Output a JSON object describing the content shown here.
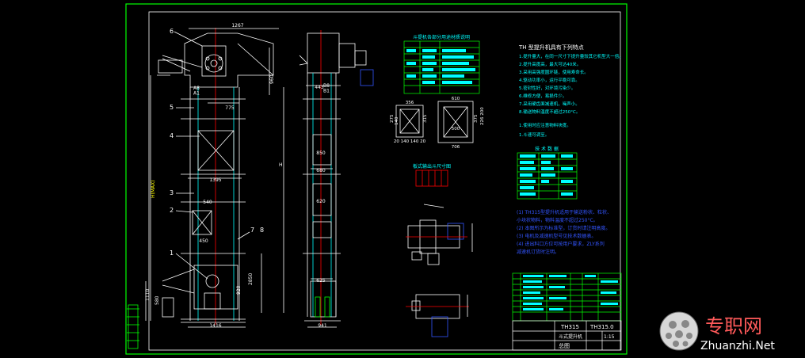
{
  "dims": {
    "top_width": "1267",
    "head_box": "960",
    "flange_width": "775",
    "boot_width": "1395",
    "base_width": "1416",
    "inner_a": "540",
    "inner_b": "450",
    "right_top": "443",
    "right_a": "850",
    "right_b": "680",
    "right_c": "620",
    "right_d": "625",
    "right_base": "941",
    "height_max": "H(MAX)",
    "low_a": "1110",
    "low_b": "580",
    "low_c": "2850",
    "low_d": "920",
    "h_label": "H",
    "ab1": "A8\nA1",
    "ab2": "B8\nB1"
  },
  "callouts": [
    "6",
    "5",
    "4",
    "3",
    "2",
    "1",
    "7",
    "8"
  ],
  "tables": {
    "top_title": "斗提机各部分用途材质说明",
    "mid_title": "技 术 数 据",
    "small_title": "板式输出斗尺寸图"
  },
  "section_dims": {
    "a1": "356",
    "a2": "315",
    "a3": "275",
    "a4": "140",
    "a5": "20 140 140 20",
    "b1": "610",
    "b2": "375",
    "b3": "500",
    "b4": "706",
    "b5": "226 200"
  },
  "notes_title": "TH 型提升机具有下列特点",
  "notes": [
    "1.提升量大，在同一尺寸下提升量较其它机型大一倍。",
    "2.提升高度高，最大可达40米。",
    "3.采用高强度圆环链，使用寿命长。",
    "4.驱动功率小，运行平稳可靠。",
    "5.密封性好，对环境污染少。",
    "6.维修方便，易损件少。",
    "7.采用硬齿面减速机，噪声小。",
    "8.输送物料温度不超过250°C。",
    "1.使用时应注意物料块度。",
    "1.斗速可调至。"
  ],
  "spec_notes": [
    "(1) TH315型提升机适用于输送粉状、粒状、",
    "小块状物料，物料温度不超过250°C。",
    "(2) 本图所示为标准型，订货时请注明高度。",
    "(3) 电机及减速机型号见技术数据表。",
    "(4) 进出料口方位可按用户要求，ZLY系列",
    "减速机订货时注明。"
  ],
  "title_block": {
    "code_a": "TH315",
    "code_b": "TH315.0",
    "name": "斗式提升机",
    "sheet": "总图",
    "scale": "1:15"
  },
  "watermark": {
    "cn": "专职网",
    "en": "Zhuanzhi.Net"
  },
  "colors": {
    "background": "#000000",
    "frame": "#00ff00",
    "drawing": "#ffffff",
    "center": "#ff0000",
    "cyan": "#00ffff",
    "green": "#00ff00",
    "yellow": "#ffff00",
    "blue": "#3355ff",
    "watermark": "#ff5a5a"
  }
}
